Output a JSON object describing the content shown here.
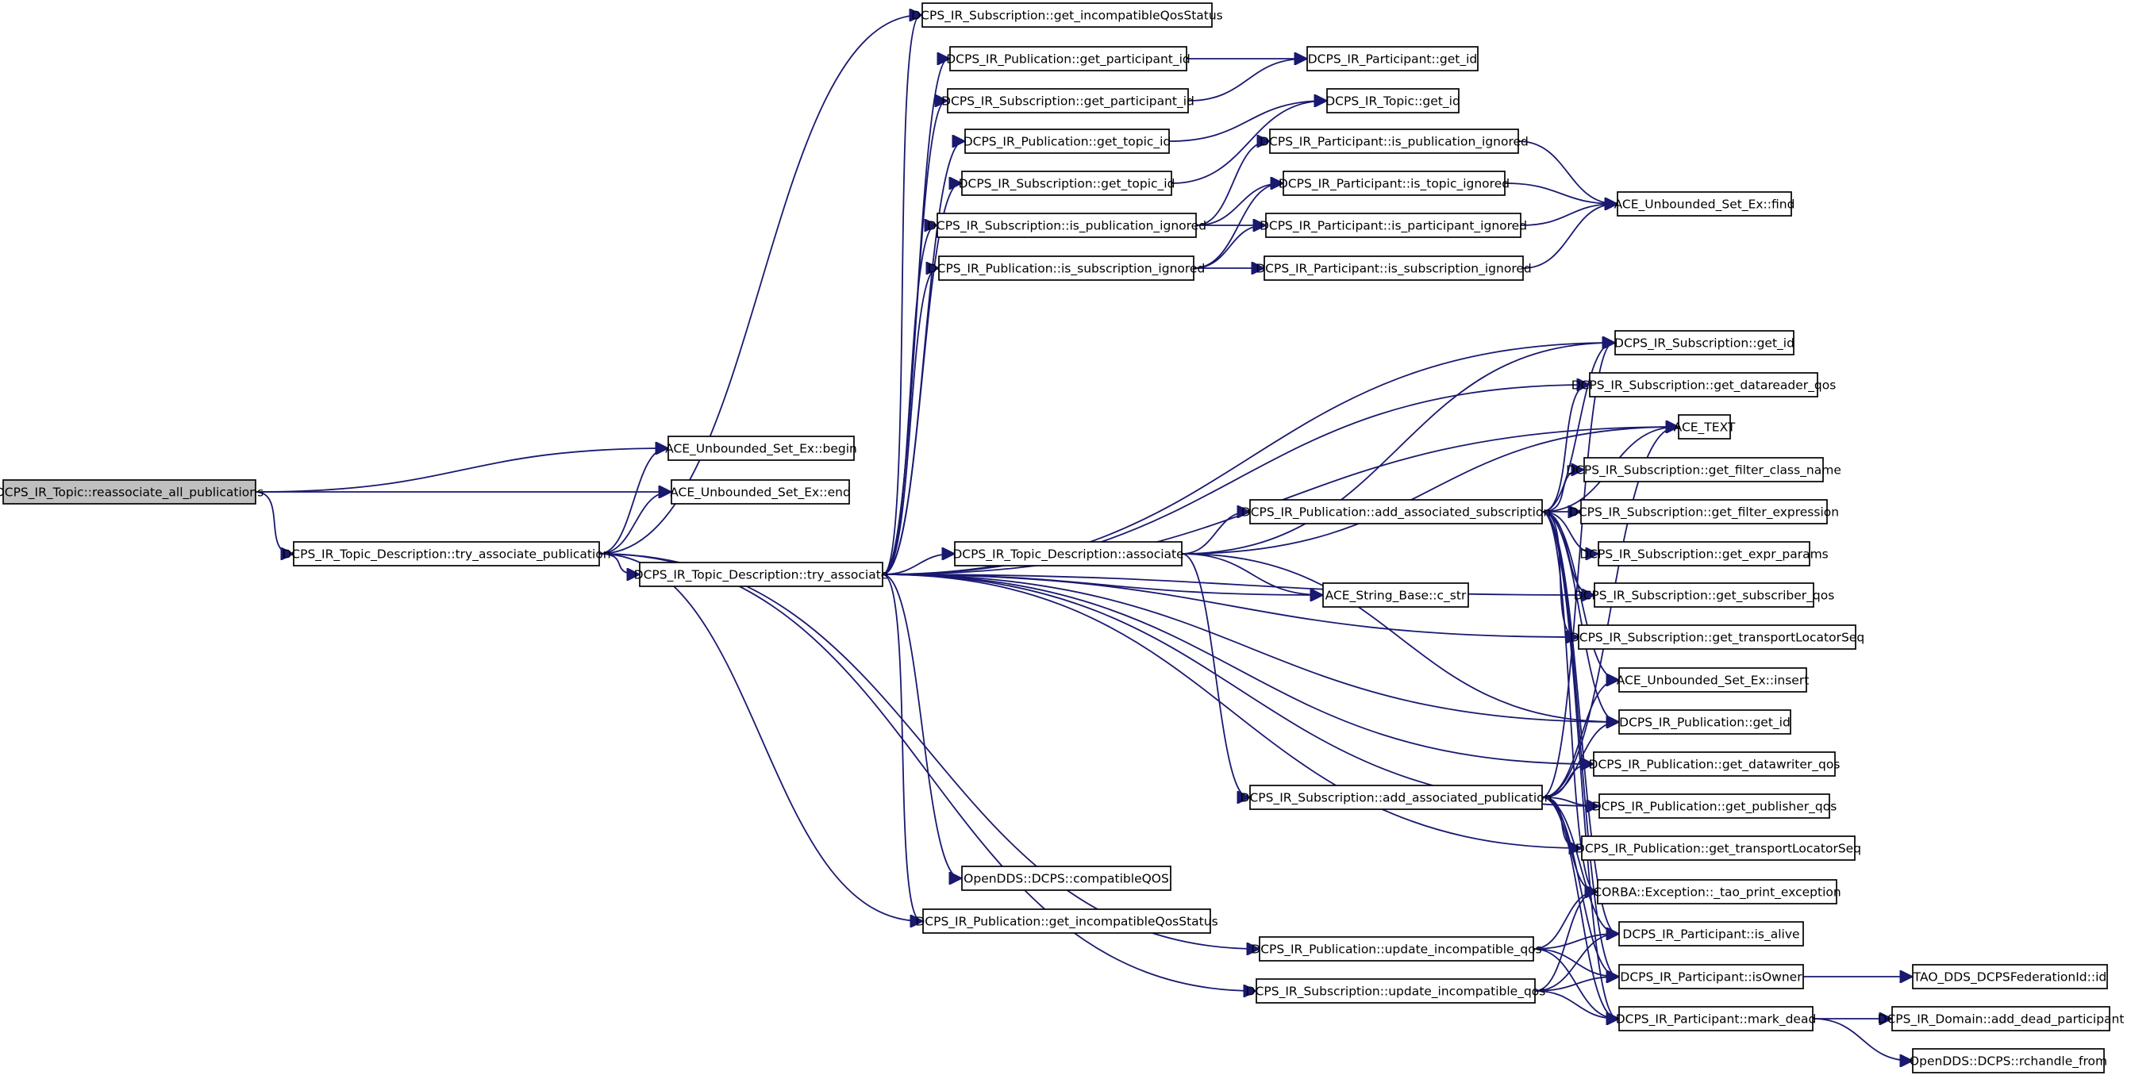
{
  "diagram": {
    "root": "DCPS_IR_Topic::reassociate_all_publications",
    "nodes": [
      {
        "id": "root",
        "label": "DCPS_IR_Topic::reassociate_all_publications",
        "root": true
      },
      {
        "id": "set_begin",
        "label": "ACE_Unbounded_Set_Ex::begin"
      },
      {
        "id": "set_end",
        "label": "ACE_Unbounded_Set_Ex::end"
      },
      {
        "id": "try_assoc_pub",
        "label": "DCPS_IR_Topic_Description::try_associate_publication"
      },
      {
        "id": "try_assoc",
        "label": "DCPS_IR_Topic_Description::try_associate"
      },
      {
        "id": "sub_get_incompat",
        "label": "DCPS_IR_Subscription::get_incompatibleQosStatus"
      },
      {
        "id": "pub_get_part_id",
        "label": "DCPS_IR_Publication::get_participant_id"
      },
      {
        "id": "sub_get_part_id",
        "label": "DCPS_IR_Subscription::get_participant_id"
      },
      {
        "id": "pub_get_topic_id",
        "label": "DCPS_IR_Publication::get_topic_id"
      },
      {
        "id": "sub_get_topic_id",
        "label": "DCPS_IR_Subscription::get_topic_id"
      },
      {
        "id": "sub_is_pub_ignored",
        "label": "DCPS_IR_Subscription::is_publication_ignored"
      },
      {
        "id": "pub_is_sub_ignored",
        "label": "DCPS_IR_Publication::is_subscription_ignored"
      },
      {
        "id": "part_get_id",
        "label": "DCPS_IR_Participant::get_id"
      },
      {
        "id": "topic_get_id",
        "label": "DCPS_IR_Topic::get_id"
      },
      {
        "id": "part_is_pub_ignored",
        "label": "DCPS_IR_Participant::is_publication_ignored"
      },
      {
        "id": "part_is_topic_ignored",
        "label": "DCPS_IR_Participant::is_topic_ignored"
      },
      {
        "id": "part_is_part_ignored",
        "label": "DCPS_IR_Participant::is_participant_ignored"
      },
      {
        "id": "part_is_sub_ignored",
        "label": "DCPS_IR_Participant::is_subscription_ignored"
      },
      {
        "id": "set_find",
        "label": "ACE_Unbounded_Set_Ex::find"
      },
      {
        "id": "td_associate",
        "label": "DCPS_IR_Topic_Description::associate"
      },
      {
        "id": "str_c_str",
        "label": "ACE_String_Base::c_str"
      },
      {
        "id": "pub_add_assoc_sub",
        "label": "DCPS_IR_Publication::add_associated_subscription"
      },
      {
        "id": "sub_add_assoc_pub",
        "label": "DCPS_IR_Subscription::add_associated_publication"
      },
      {
        "id": "compat_qos",
        "label": "OpenDDS::DCPS::compatibleQOS"
      },
      {
        "id": "pub_get_incompat",
        "label": "DCPS_IR_Publication::get_incompatibleQosStatus"
      },
      {
        "id": "pub_update_incompat",
        "label": "DCPS_IR_Publication::update_incompatible_qos"
      },
      {
        "id": "sub_update_incompat",
        "label": "DCPS_IR_Subscription::update_incompatible_qos"
      },
      {
        "id": "sub_get_id",
        "label": "DCPS_IR_Subscription::get_id"
      },
      {
        "id": "sub_get_dr_qos",
        "label": "DCPS_IR_Subscription::get_datareader_qos"
      },
      {
        "id": "ace_text",
        "label": "ACE_TEXT"
      },
      {
        "id": "sub_get_filter_class",
        "label": "DCPS_IR_Subscription::get_filter_class_name"
      },
      {
        "id": "sub_get_filter_expr",
        "label": "DCPS_IR_Subscription::get_filter_expression"
      },
      {
        "id": "sub_get_expr_params",
        "label": "DCPS_IR_Subscription::get_expr_params"
      },
      {
        "id": "sub_get_sub_qos",
        "label": "DCPS_IR_Subscription::get_subscriber_qos"
      },
      {
        "id": "sub_get_tls",
        "label": "DCPS_IR_Subscription::get_transportLocatorSeq"
      },
      {
        "id": "set_insert",
        "label": "ACE_Unbounded_Set_Ex::insert"
      },
      {
        "id": "pub_get_id",
        "label": "DCPS_IR_Publication::get_id"
      },
      {
        "id": "pub_get_dw_qos",
        "label": "DCPS_IR_Publication::get_datawriter_qos"
      },
      {
        "id": "pub_get_pub_qos",
        "label": "DCPS_IR_Publication::get_publisher_qos"
      },
      {
        "id": "pub_get_tls",
        "label": "DCPS_IR_Publication::get_transportLocatorSeq"
      },
      {
        "id": "corba_exc",
        "label": "CORBA::Exception::_tao_print_exception"
      },
      {
        "id": "part_is_alive",
        "label": "DCPS_IR_Participant::is_alive"
      },
      {
        "id": "part_is_owner",
        "label": "DCPS_IR_Participant::isOwner"
      },
      {
        "id": "part_mark_dead",
        "label": "DCPS_IR_Participant::mark_dead"
      },
      {
        "id": "tao_fed_id",
        "label": "TAO_DDS_DCPSFederationId::id"
      },
      {
        "id": "dom_add_dead",
        "label": "DCPS_IR_Domain::add_dead_participant"
      },
      {
        "id": "rchandle_from",
        "label": "OpenDDS::DCPS::rchandle_from"
      }
    ],
    "edges": [
      [
        "root",
        "set_begin"
      ],
      [
        "root",
        "set_end"
      ],
      [
        "root",
        "try_assoc_pub"
      ],
      [
        "try_assoc_pub",
        "set_begin"
      ],
      [
        "try_assoc_pub",
        "set_end"
      ],
      [
        "try_assoc_pub",
        "try_assoc"
      ],
      [
        "try_assoc_pub",
        "sub_get_incompat"
      ],
      [
        "try_assoc_pub",
        "pub_get_incompat"
      ],
      [
        "try_assoc_pub",
        "pub_update_incompat"
      ],
      [
        "try_assoc_pub",
        "sub_update_incompat"
      ],
      [
        "try_assoc",
        "sub_get_incompat"
      ],
      [
        "try_assoc",
        "pub_get_part_id"
      ],
      [
        "try_assoc",
        "sub_get_part_id"
      ],
      [
        "try_assoc",
        "pub_get_topic_id"
      ],
      [
        "try_assoc",
        "sub_get_topic_id"
      ],
      [
        "try_assoc",
        "sub_is_pub_ignored"
      ],
      [
        "try_assoc",
        "pub_is_sub_ignored"
      ],
      [
        "try_assoc",
        "sub_get_id"
      ],
      [
        "try_assoc",
        "sub_get_dr_qos"
      ],
      [
        "try_assoc",
        "ace_text"
      ],
      [
        "try_assoc",
        "td_associate"
      ],
      [
        "try_assoc",
        "str_c_str"
      ],
      [
        "try_assoc",
        "sub_get_sub_qos"
      ],
      [
        "try_assoc",
        "sub_get_tls"
      ],
      [
        "try_assoc",
        "pub_get_id"
      ],
      [
        "try_assoc",
        "pub_get_dw_qos"
      ],
      [
        "try_assoc",
        "pub_get_pub_qos"
      ],
      [
        "try_assoc",
        "pub_get_tls"
      ],
      [
        "try_assoc",
        "compat_qos"
      ],
      [
        "try_assoc",
        "pub_get_incompat"
      ],
      [
        "pub_get_part_id",
        "part_get_id"
      ],
      [
        "sub_get_part_id",
        "part_get_id"
      ],
      [
        "pub_get_topic_id",
        "topic_get_id"
      ],
      [
        "sub_get_topic_id",
        "topic_get_id"
      ],
      [
        "sub_is_pub_ignored",
        "part_is_pub_ignored"
      ],
      [
        "sub_is_pub_ignored",
        "part_is_topic_ignored"
      ],
      [
        "sub_is_pub_ignored",
        "part_is_part_ignored"
      ],
      [
        "pub_is_sub_ignored",
        "part_is_topic_ignored"
      ],
      [
        "pub_is_sub_ignored",
        "part_is_part_ignored"
      ],
      [
        "pub_is_sub_ignored",
        "part_is_sub_ignored"
      ],
      [
        "part_is_pub_ignored",
        "set_find"
      ],
      [
        "part_is_topic_ignored",
        "set_find"
      ],
      [
        "part_is_part_ignored",
        "set_find"
      ],
      [
        "part_is_sub_ignored",
        "set_find"
      ],
      [
        "td_associate",
        "sub_get_id"
      ],
      [
        "td_associate",
        "ace_text"
      ],
      [
        "td_associate",
        "pub_add_assoc_sub"
      ],
      [
        "td_associate",
        "str_c_str"
      ],
      [
        "td_associate",
        "sub_add_assoc_pub"
      ],
      [
        "td_associate",
        "pub_get_id"
      ],
      [
        "pub_add_assoc_sub",
        "sub_get_id"
      ],
      [
        "pub_add_assoc_sub",
        "sub_get_dr_qos"
      ],
      [
        "pub_add_assoc_sub",
        "ace_text"
      ],
      [
        "pub_add_assoc_sub",
        "sub_get_filter_class"
      ],
      [
        "pub_add_assoc_sub",
        "sub_get_filter_expr"
      ],
      [
        "pub_add_assoc_sub",
        "sub_get_expr_params"
      ],
      [
        "pub_add_assoc_sub",
        "sub_get_sub_qos"
      ],
      [
        "pub_add_assoc_sub",
        "sub_get_tls"
      ],
      [
        "pub_add_assoc_sub",
        "set_insert"
      ],
      [
        "pub_add_assoc_sub",
        "pub_get_id"
      ],
      [
        "pub_add_assoc_sub",
        "corba_exc"
      ],
      [
        "pub_add_assoc_sub",
        "part_is_alive"
      ],
      [
        "pub_add_assoc_sub",
        "part_is_owner"
      ],
      [
        "pub_add_assoc_sub",
        "part_mark_dead"
      ],
      [
        "sub_add_assoc_pub",
        "ace_text"
      ],
      [
        "sub_add_assoc_pub",
        "set_insert"
      ],
      [
        "sub_add_assoc_pub",
        "pub_get_id"
      ],
      [
        "sub_add_assoc_pub",
        "pub_get_dw_qos"
      ],
      [
        "sub_add_assoc_pub",
        "pub_get_pub_qos"
      ],
      [
        "sub_add_assoc_pub",
        "pub_get_tls"
      ],
      [
        "sub_add_assoc_pub",
        "corba_exc"
      ],
      [
        "sub_add_assoc_pub",
        "part_is_alive"
      ],
      [
        "sub_add_assoc_pub",
        "part_is_owner"
      ],
      [
        "sub_add_assoc_pub",
        "part_mark_dead"
      ],
      [
        "sub_add_assoc_pub",
        "sub_get_id"
      ],
      [
        "pub_update_incompat",
        "corba_exc"
      ],
      [
        "pub_update_incompat",
        "part_is_alive"
      ],
      [
        "pub_update_incompat",
        "part_is_owner"
      ],
      [
        "pub_update_incompat",
        "part_mark_dead"
      ],
      [
        "sub_update_incompat",
        "corba_exc"
      ],
      [
        "sub_update_incompat",
        "part_is_alive"
      ],
      [
        "sub_update_incompat",
        "part_is_owner"
      ],
      [
        "sub_update_incompat",
        "part_mark_dead"
      ],
      [
        "part_is_owner",
        "tao_fed_id"
      ],
      [
        "part_mark_dead",
        "dom_add_dead"
      ],
      [
        "part_mark_dead",
        "rchandle_from"
      ]
    ],
    "colors": {
      "edge": "#191970",
      "root_fill": "#bfbfbf",
      "node_fill": "#ffffff",
      "border": "#000000"
    }
  }
}
